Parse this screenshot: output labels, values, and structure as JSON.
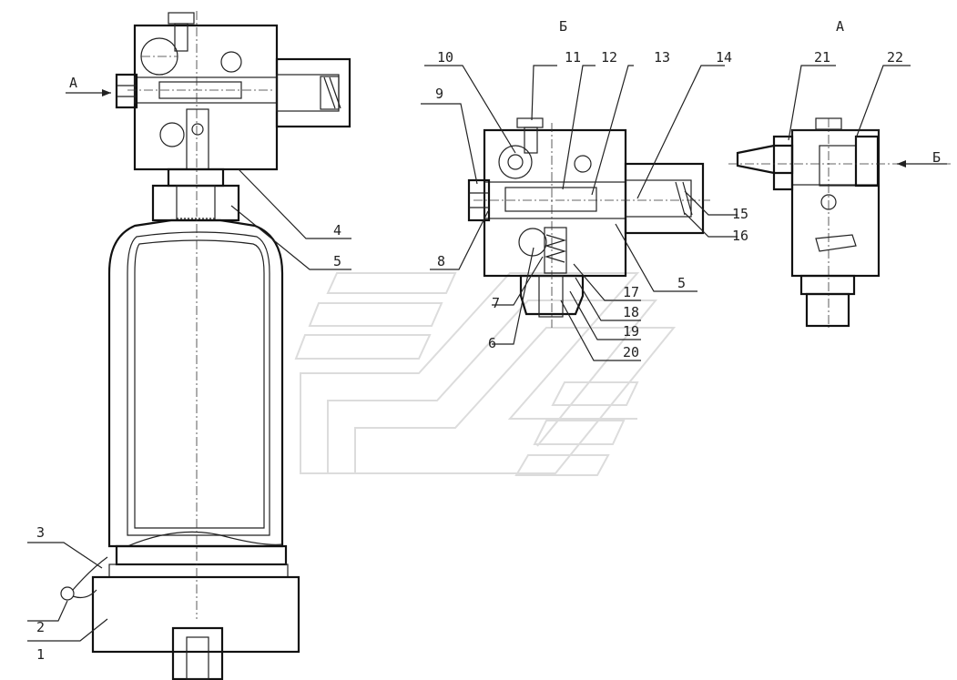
{
  "view_labels": {
    "view_a_arrow": "А",
    "view_b_title": "Б",
    "view_a_title": "А",
    "view_b_arrow": "Б"
  },
  "callouts": {
    "c1": "1",
    "c2": "2",
    "c3": "3",
    "c4": "4",
    "c5a": "5",
    "c6": "6",
    "c7": "7",
    "c8": "8",
    "c9": "9",
    "c10": "10",
    "c11": "11",
    "c12": "12",
    "c13": "13",
    "c14": "14",
    "c15": "15",
    "c16": "16",
    "c5b": "5",
    "c17": "17",
    "c18": "18",
    "c19": "19",
    "c20": "20",
    "c21": "21",
    "c22": "22"
  },
  "colors": {
    "line": "#222222",
    "hatch": "#444444",
    "watermark": "#dcdcdc",
    "background": "#ffffff"
  }
}
